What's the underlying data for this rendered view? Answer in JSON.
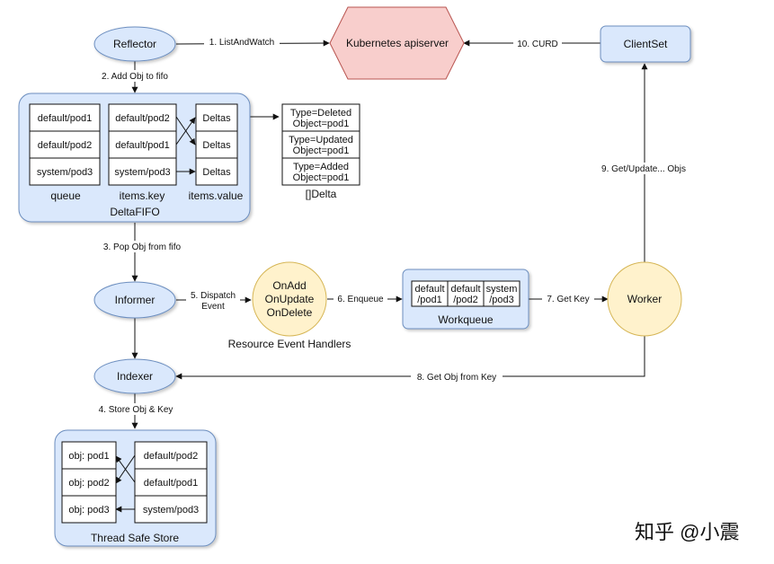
{
  "nodes": {
    "reflector": "Reflector",
    "apiserver": "Kubernetes apiserver",
    "clientset": "ClientSet",
    "informer": "Informer",
    "indexer": "Indexer",
    "worker": "Worker",
    "handlers": [
      "OnAdd",
      "OnUpdate",
      "OnDelete"
    ],
    "handlers_caption": "Resource Event Handlers"
  },
  "deltafifo": {
    "title": "DeltaFIFO",
    "queue": [
      "default/pod1",
      "default/pod2",
      "system/pod3"
    ],
    "queue_caption": "queue",
    "keys": [
      "default/pod2",
      "default/pod1",
      "system/pod3"
    ],
    "keys_caption": "items.key",
    "values": [
      "Deltas",
      "Deltas",
      "Deltas"
    ],
    "values_caption": "items.value"
  },
  "delta_list": {
    "caption": "[]Delta",
    "items": [
      [
        "Type=Deleted",
        "Object=pod1"
      ],
      [
        "Type=Updated",
        "Object=pod1"
      ],
      [
        "Type=Added",
        "Object=pod1"
      ]
    ]
  },
  "workqueue": {
    "title": "Workqueue",
    "cells": [
      [
        "default",
        "/pod1"
      ],
      [
        "default",
        "/pod2"
      ],
      [
        "system",
        "/pod3"
      ]
    ]
  },
  "store": {
    "title": "Thread Safe Store",
    "objs": [
      "obj: pod1",
      "obj: pod2",
      "obj: pod3"
    ],
    "keys": [
      "default/pod2",
      "default/pod1",
      "system/pod3"
    ]
  },
  "edges": {
    "e1": "1. ListAndWatch",
    "e2": "2. Add Obj to fifo",
    "e3": "3. Pop Obj from fifo",
    "e4": "4. Store Obj & Key",
    "e5": [
      "5. Dispatch",
      "Event"
    ],
    "e6": "6. Enqueue",
    "e7": "7. Get Key",
    "e8": "8. Get Obj from Key",
    "e9": "9. Get/Update... Objs",
    "e10": "10. CURD"
  },
  "watermark": "知乎 @小震",
  "colors": {
    "node_fill": "#dae8fc",
    "node_stroke": "#6c8ebf",
    "apiserver_fill": "#f8cecc",
    "apiserver_stroke": "#b85450",
    "handler_fill": "#fff2cc",
    "handler_stroke": "#d6b656"
  }
}
